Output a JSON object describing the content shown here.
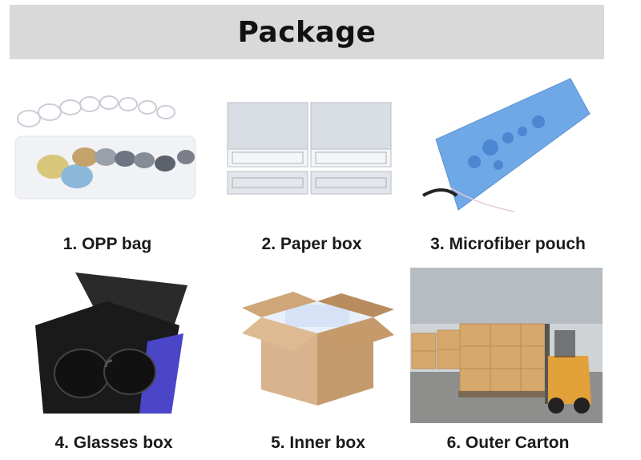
{
  "header": {
    "title": "Package"
  },
  "items": [
    {
      "caption": "1. OPP bag",
      "icon": "opp-bag-image"
    },
    {
      "caption": "2. Paper box",
      "icon": "paper-box-image"
    },
    {
      "caption": "3. Microfiber pouch",
      "icon": "microfiber-pouch-image"
    },
    {
      "caption": "4. Glasses box",
      "icon": "glasses-box-image"
    },
    {
      "caption": "5. Inner box",
      "icon": "inner-box-image"
    },
    {
      "caption": "6. Outer Carton",
      "icon": "outer-carton-image"
    }
  ]
}
